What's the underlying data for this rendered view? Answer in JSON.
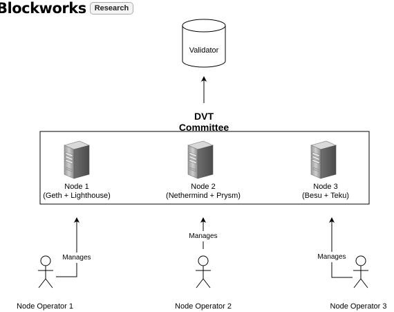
{
  "brand": {
    "name": "Blockworks",
    "badge": "Research"
  },
  "diagram": {
    "validator": {
      "label": "Validator"
    },
    "committee": {
      "line1": "DVT",
      "line2": "Committee"
    },
    "nodes": [
      {
        "line1": "Node 1",
        "line2": "(Geth + Lighthouse)"
      },
      {
        "line1": "Node 2",
        "line2": "(Nethermind + Prysm)"
      },
      {
        "line1": "Node 3",
        "line2": "(Besu + Teku)"
      }
    ],
    "operators": [
      {
        "label": "Node Operator 1",
        "edge": "Manages"
      },
      {
        "label": "Node Operator 2",
        "edge": "Manages"
      },
      {
        "label": "Node Operator 3",
        "edge": "Manages"
      }
    ],
    "icons": {
      "database": "cylinder-database-icon",
      "server": "server-tower-icon",
      "person": "stick-figure-icon"
    }
  }
}
